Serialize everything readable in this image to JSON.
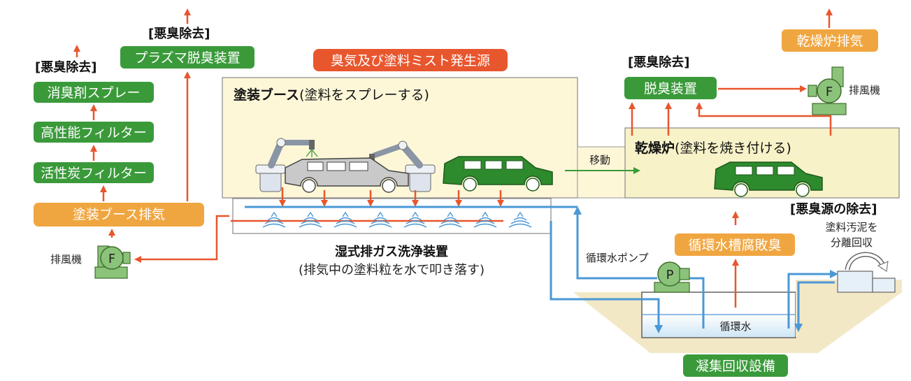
{
  "labels": {
    "odor_removal": "[悪臭除去]",
    "odor_source_removal": "[悪臭源の除去]",
    "plasma": "プラズマ脱臭装置",
    "deodorant_spray": "消臭剤スプレー",
    "hepa": "高性能フィルター",
    "activated_carbon": "活性炭フィルター",
    "booth_exhaust": "塗装ブース排気",
    "fan_label": "排風機",
    "fan_symbol": "F",
    "source_badge": "臭気及び塗料ミスト発生源",
    "booth_title": "塗装ブース",
    "booth_sub": "(塗料をスプレーする)",
    "move": "移動",
    "oven_title": "乾燥炉",
    "oven_sub": "(塗料を焼き付ける)",
    "deodorizer": "脱臭装置",
    "oven_exhaust": "乾燥炉排気",
    "scrubber_title": "湿式排ガス洗浄装置",
    "scrubber_sub": "(排気中の塗料粒を水で叩き落す)",
    "pump_label": "循環水ポンプ",
    "pump_symbol": "P",
    "tank_odor": "循環水槽腐敗臭",
    "sludge_line1": "塗料汚泥を",
    "sludge_line2": "分離回収",
    "circ_water": "循環水",
    "aggregation": "凝集回収設備"
  },
  "colors": {
    "green": "#3a9a3a",
    "orange": "#f0a640",
    "red": "#e8562e",
    "blue": "#4a98d6",
    "booth_bg": "#fdf7d8"
  }
}
